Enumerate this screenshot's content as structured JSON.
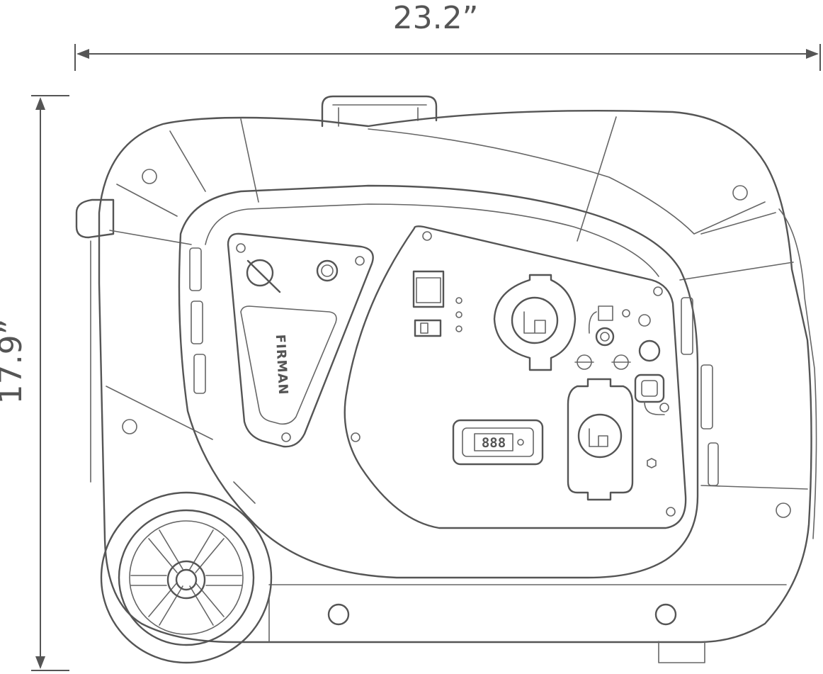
{
  "dimensions": {
    "width_label": "23.2”",
    "height_label": "17.9”"
  },
  "product": {
    "brand_text": "FIRMAN",
    "display_readout": "888"
  },
  "colors": {
    "line": "#555555",
    "background": "#ffffff"
  }
}
